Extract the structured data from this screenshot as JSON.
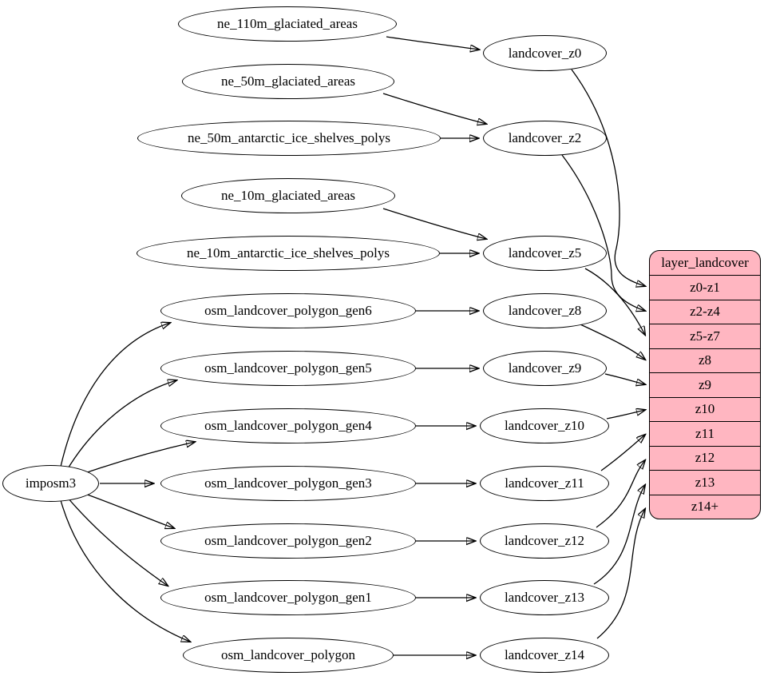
{
  "colors": {
    "background": "#ffffff",
    "node_fill": "#ffffff",
    "record_fill": "#ffb6c1",
    "line": "#000000"
  },
  "nodes": {
    "imposm3": "imposm3",
    "inputs": [
      "ne_110m_glaciated_areas",
      "ne_50m_glaciated_areas",
      "ne_50m_antarctic_ice_shelves_polys",
      "ne_10m_glaciated_areas",
      "ne_10m_antarctic_ice_shelves_polys",
      "osm_landcover_polygon_gen6",
      "osm_landcover_polygon_gen5",
      "osm_landcover_polygon_gen4",
      "osm_landcover_polygon_gen3",
      "osm_landcover_polygon_gen2",
      "osm_landcover_polygon_gen1",
      "osm_landcover_polygon"
    ],
    "intermediates": [
      "landcover_z0",
      "landcover_z2",
      "landcover_z5",
      "landcover_z8",
      "landcover_z9",
      "landcover_z10",
      "landcover_z11",
      "landcover_z12",
      "landcover_z13",
      "landcover_z14"
    ],
    "record": {
      "title": "layer_landcover",
      "rows": [
        "z0-z1",
        "z2-z4",
        "z5-z7",
        "z8",
        "z9",
        "z10",
        "z11",
        "z12",
        "z13",
        "z14+"
      ]
    }
  },
  "edges": [
    [
      "imposm3",
      "osm_landcover_polygon_gen6"
    ],
    [
      "imposm3",
      "osm_landcover_polygon_gen5"
    ],
    [
      "imposm3",
      "osm_landcover_polygon_gen4"
    ],
    [
      "imposm3",
      "osm_landcover_polygon_gen3"
    ],
    [
      "imposm3",
      "osm_landcover_polygon_gen2"
    ],
    [
      "imposm3",
      "osm_landcover_polygon_gen1"
    ],
    [
      "imposm3",
      "osm_landcover_polygon"
    ],
    [
      "ne_110m_glaciated_areas",
      "landcover_z0"
    ],
    [
      "ne_50m_glaciated_areas",
      "landcover_z2"
    ],
    [
      "ne_50m_antarctic_ice_shelves_polys",
      "landcover_z2"
    ],
    [
      "ne_10m_glaciated_areas",
      "landcover_z5"
    ],
    [
      "ne_10m_antarctic_ice_shelves_polys",
      "landcover_z5"
    ],
    [
      "osm_landcover_polygon_gen6",
      "landcover_z8"
    ],
    [
      "osm_landcover_polygon_gen5",
      "landcover_z9"
    ],
    [
      "osm_landcover_polygon_gen4",
      "landcover_z10"
    ],
    [
      "osm_landcover_polygon_gen3",
      "landcover_z11"
    ],
    [
      "osm_landcover_polygon_gen2",
      "landcover_z12"
    ],
    [
      "osm_landcover_polygon_gen1",
      "landcover_z13"
    ],
    [
      "osm_landcover_polygon",
      "landcover_z14"
    ],
    [
      "landcover_z0",
      "layer_landcover:z0-z1"
    ],
    [
      "landcover_z2",
      "layer_landcover:z2-z4"
    ],
    [
      "landcover_z5",
      "layer_landcover:z5-z7"
    ],
    [
      "landcover_z8",
      "layer_landcover:z8"
    ],
    [
      "landcover_z9",
      "layer_landcover:z9"
    ],
    [
      "landcover_z10",
      "layer_landcover:z10"
    ],
    [
      "landcover_z11",
      "layer_landcover:z11"
    ],
    [
      "landcover_z12",
      "layer_landcover:z12"
    ],
    [
      "landcover_z13",
      "layer_landcover:z13"
    ],
    [
      "landcover_z14",
      "layer_landcover:z14+"
    ]
  ]
}
